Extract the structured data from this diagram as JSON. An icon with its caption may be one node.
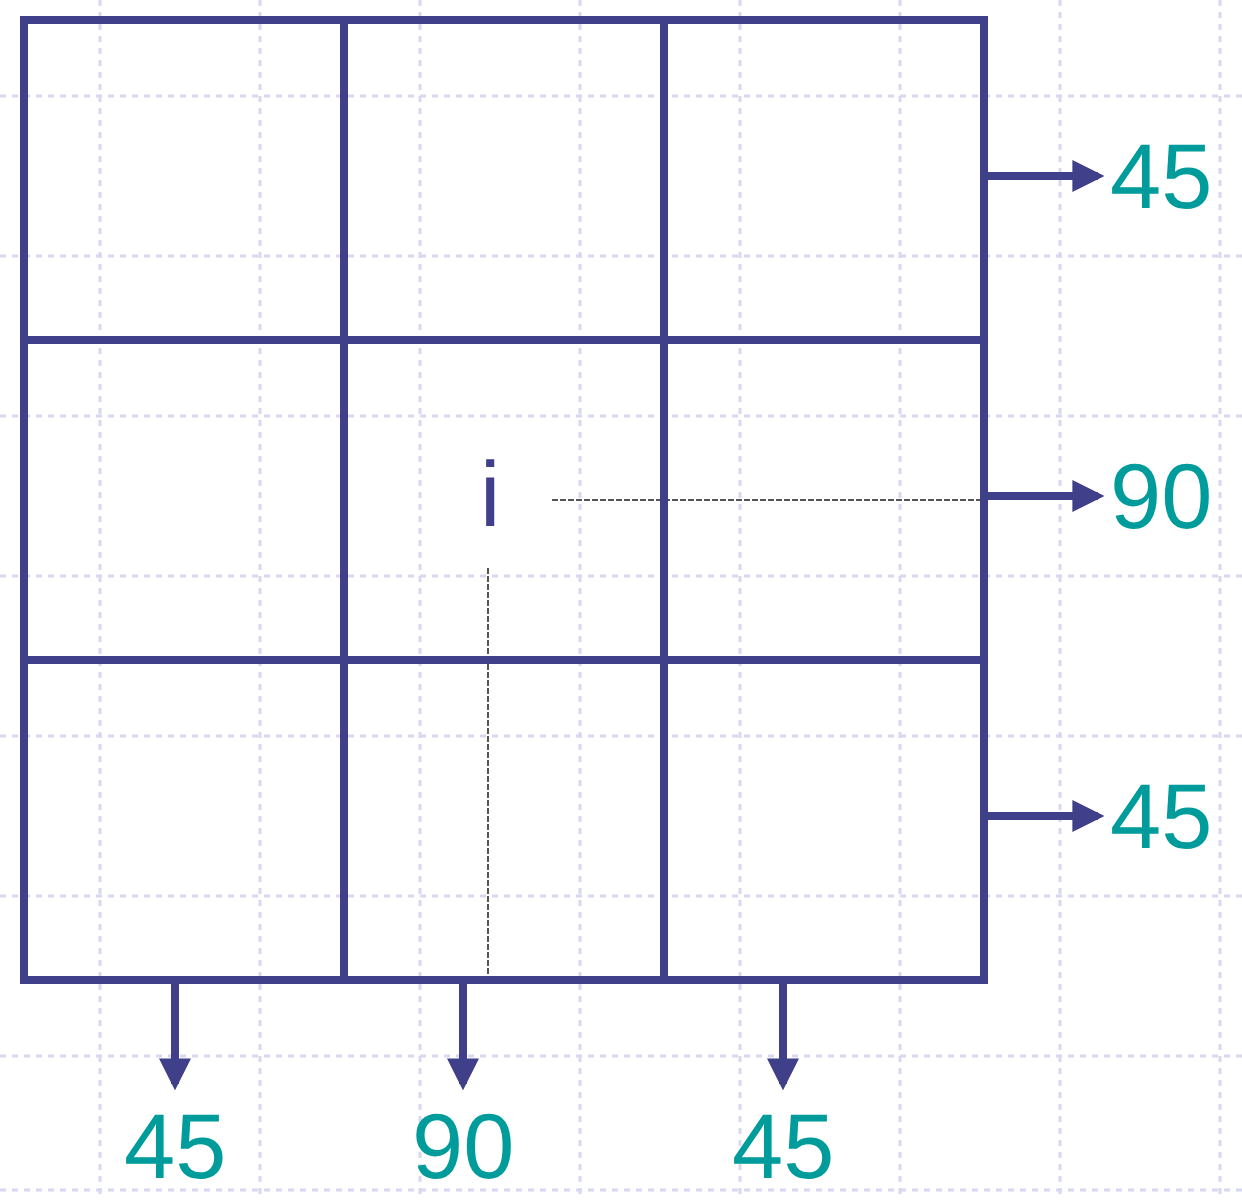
{
  "diagram": {
    "nodes": [
      {
        "text": [],
        "shape": "box"
      },
      {
        "text": [],
        "shape": "box"
      },
      {
        "text": [],
        "shape": "box"
      },
      {
        "text": [],
        "shape": "box"
      },
      {
        "text": [
          "i"
        ]
      },
      {
        "text": [],
        "shape": "box"
      },
      {
        "text": [],
        "shape": "box"
      },
      {
        "text": [],
        "shape": "box"
      },
      {
        "text": [],
        "shape": "box"
      },
      {
        "text": [
          "45"
        ]
      },
      {
        "text": [
          "90"
        ]
      },
      {
        "text": [
          "45"
        ]
      },
      {
        "text": [
          "45"
        ]
      },
      {
        "text": [
          "90"
        ]
      },
      {
        "text": [
          "45"
        ]
      }
    ],
    "edges": [
      {
        "from": 2,
        "to": 9,
        "arrow": "to"
      },
      {
        "from": 5,
        "to": 10,
        "arrow": "to"
      },
      {
        "from": 8,
        "to": 11,
        "arrow": "to"
      },
      {
        "from": 6,
        "to": 12,
        "arrow": "to"
      },
      {
        "from": 7,
        "to": 13,
        "arrow": "to"
      },
      {
        "from": 8,
        "to": 14,
        "arrow": "to"
      },
      {
        "from": 4,
        "to": 5,
        "arrow": "none",
        "style": "dashed",
        "color": "#555555"
      },
      {
        "from": 4,
        "to": 7,
        "arrow": "none",
        "style": "dashed",
        "color": "#555555"
      }
    ]
  }
}
